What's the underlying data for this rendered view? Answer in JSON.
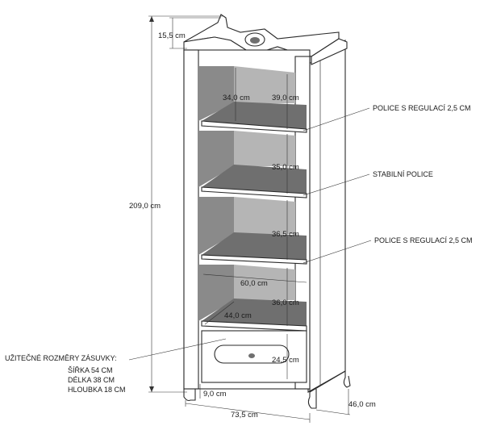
{
  "dimensions": {
    "top_height": "15,5 cm",
    "total_height": "209,0 cm",
    "depth_top_shelf": "34,0 cm",
    "gap_1": "39,0 cm",
    "gap_2": "35,0 cm",
    "gap_3": "36,5 cm",
    "inner_width": "60,0 cm",
    "gap_4": "36,0 cm",
    "inner_depth": "44,0 cm",
    "drawer_height": "24,5 cm",
    "foot_height": "9,0 cm",
    "total_width": "73,5 cm",
    "total_depth": "46,0 cm"
  },
  "callouts": {
    "adjustable_shelf_top": "POLICE S REGULACÍ 2,5 CM",
    "fixed_shelf": "STABILNÍ POLICE",
    "adjustable_shelf_bottom": "POLICE S REGULACÍ 2,5 CM"
  },
  "drawer_info": {
    "title": "UŽITEČNÉ ROZMĚRY ZÁSUVKY:",
    "width": "ŠÍŘKA 54 CM",
    "length": "DÉLKA 38 CM",
    "depth": "HLOUBKA 18 CM"
  }
}
